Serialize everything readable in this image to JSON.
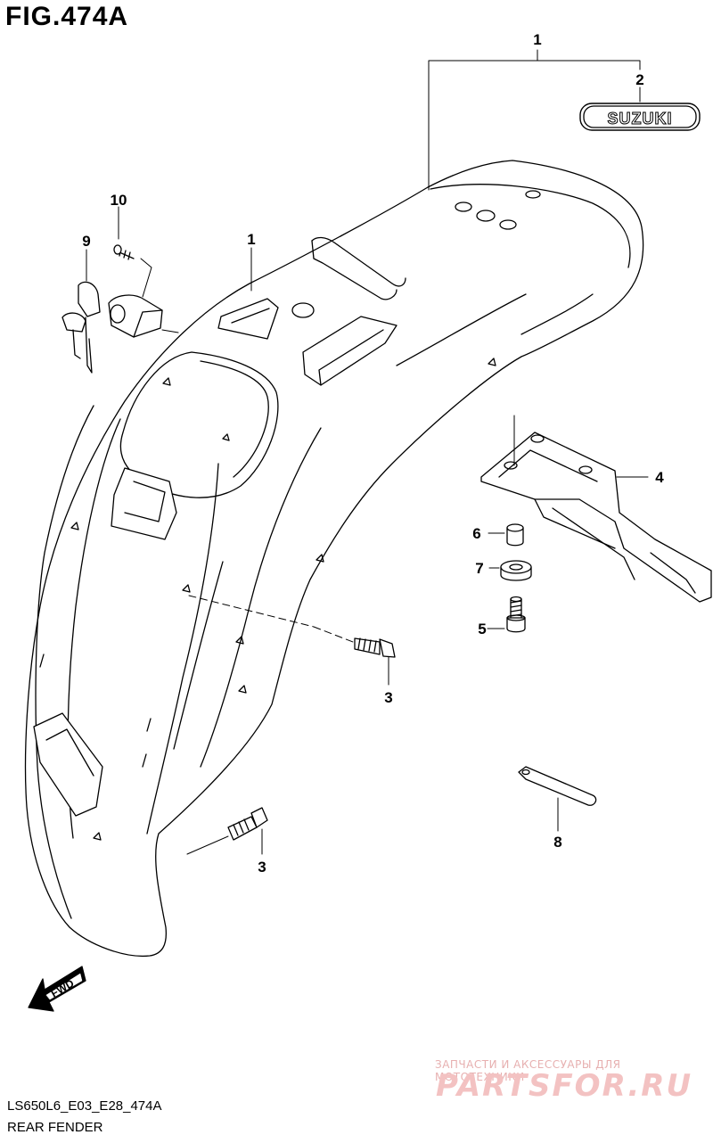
{
  "figure": {
    "title": "FIG.474A",
    "model_code": "LS650L6_E03_E28_474A",
    "section_name": "REAR FENDER"
  },
  "callouts": {
    "c1_top": "1",
    "c1_left": "1",
    "c2": "2",
    "c3_upper": "3",
    "c3_lower": "3",
    "c4": "4",
    "c5": "5",
    "c6": "6",
    "c7": "7",
    "c8": "8",
    "c9": "9",
    "c10": "10"
  },
  "emblem_text": "SUZUKI",
  "fwd_arrow_text": "FWD",
  "watermark": {
    "tagline": "ЗАПЧАСТИ И АКСЕССУАРЫ ДЛЯ МОТОТЕХНИКИ",
    "logo": "PARTSFOR.RU"
  }
}
